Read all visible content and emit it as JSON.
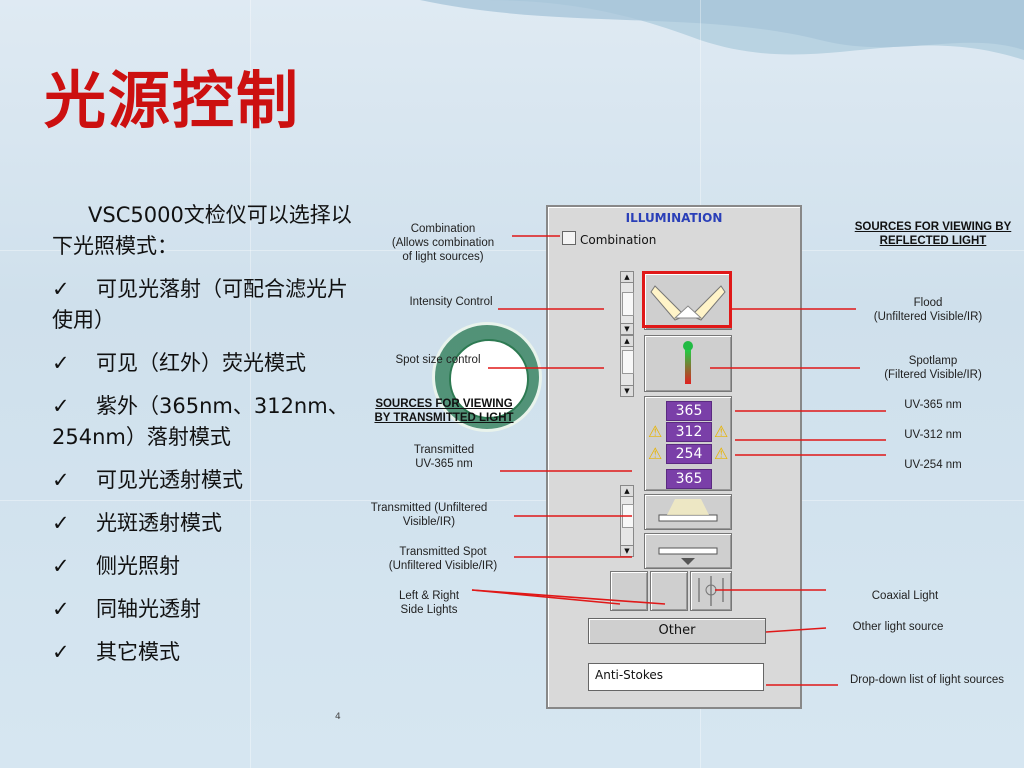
{
  "slide": {
    "title": "光源控制",
    "intro": "VSC5000文检仪可以选择以下光照模式：",
    "checkmark": "✓",
    "bullets": [
      "可见光落射（可配合滤光片使用）",
      "可见（红外）荧光模式",
      "紫外（365nm、312nm、254nm）落射模式",
      "可见光透射模式",
      "光斑透射模式",
      "侧光照射",
      "同轴光透射",
      "其它模式"
    ],
    "page_mark": "4"
  },
  "panel": {
    "title": "ILLUMINATION",
    "combination_label": "Combination",
    "uv_labels": [
      "365",
      "312",
      "254",
      "365"
    ],
    "other_button": "Other",
    "dropdown_value": "Anti-Stokes",
    "highlight_color": "#e01818"
  },
  "callouts": {
    "combination": "Combination\n(Allows combination\nof light sources)",
    "intensity": "Intensity Control",
    "spot_size": "Spot size control",
    "transmitted_header": "SOURCES FOR VIEWING\nBY TRANSMITTED LIGHT",
    "transmitted_uv": "Transmitted\nUV-365 nm",
    "transmitted_unfiltered": "Transmitted (Unfiltered\nVisible/IR)",
    "transmitted_spot": "Transmitted  Spot\n(Unfiltered Visible/IR)",
    "side_lights": "Left & Right\nSide Lights",
    "reflected_header": "SOURCES FOR VIEWING BY\nREFLECTED LIGHT",
    "flood": "Flood\n(Unfiltered Visible/IR)",
    "spotlamp": "Spotlamp\n(Filtered Visible/IR)",
    "uv365": "UV-365 nm",
    "uv312": "UV-312 nm",
    "uv254": "UV-254 nm",
    "coaxial": "Coaxial Light",
    "other_source": "Other light source",
    "dropdown": "Drop-down list of light sources"
  }
}
